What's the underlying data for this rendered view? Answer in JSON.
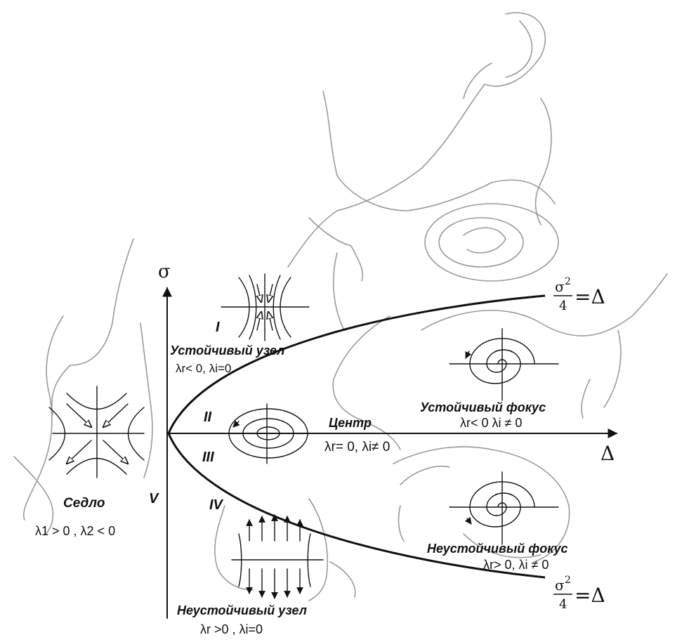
{
  "axes": {
    "y_label": "σ",
    "x_label": "Δ"
  },
  "parabola": {
    "top_label_num": "σ",
    "top_label_sup": "2",
    "top_label_den": "4",
    "top_label_eq": "=Δ",
    "bottom_label_num": "σ",
    "bottom_label_sup": "2",
    "bottom_label_den": "4",
    "bottom_label_eq": "=Δ"
  },
  "regions": {
    "I": "I",
    "II": "II",
    "III": "III",
    "IV": "IV",
    "V": "V"
  },
  "stable_node": {
    "title": "Устойчивый узел",
    "cond": "λr< 0, λi=0"
  },
  "center": {
    "title": "Центр",
    "cond": "λr= 0, λi≠ 0"
  },
  "stable_focus": {
    "title": "Устойчивый фокус",
    "cond": "λr< 0   λi ≠ 0"
  },
  "unstable_focus": {
    "title": "Неустойчивый фокус",
    "cond": "λr> 0, λi ≠ 0"
  },
  "unstable_node": {
    "title": "Неустойчивый узел",
    "cond": "λr >0 ,  λi=0"
  },
  "saddle": {
    "title": "Седло",
    "cond": "λ1 > 0 , λ2 < 0"
  },
  "colors": {
    "ink": "#111111",
    "sketch": "#9a9a9a",
    "background": "#ffffff"
  }
}
